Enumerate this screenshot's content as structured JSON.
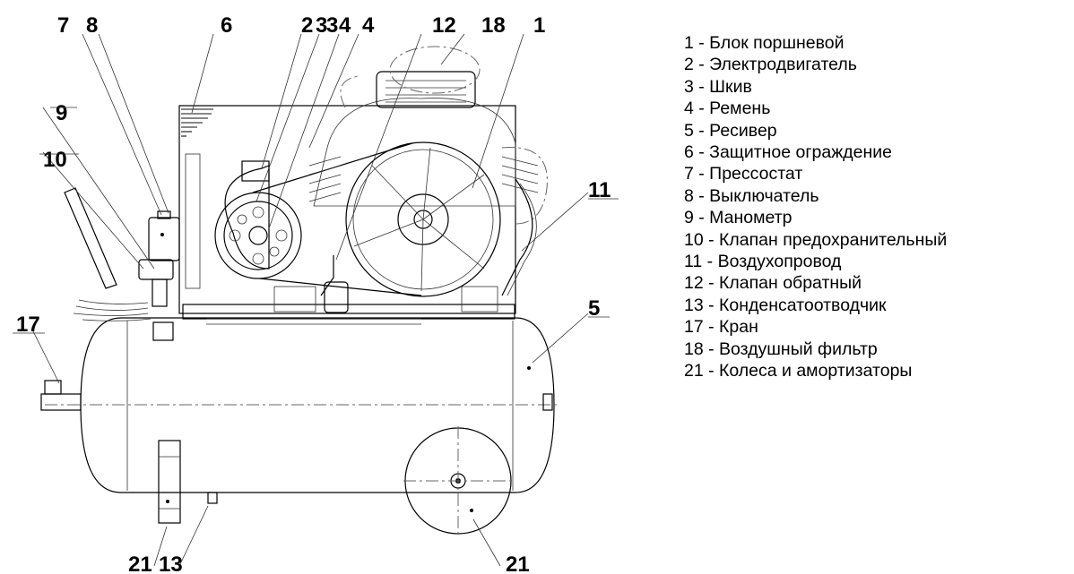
{
  "callouts": {
    "top_7": "7",
    "top_8": "8",
    "top_6": "6",
    "top_2": "2",
    "top_3": "3",
    "top_3b": "3",
    "top_4a": "4",
    "top_4b": "4",
    "top_12": "12",
    "top_18": "18",
    "top_1": "1",
    "left_9": "9",
    "left_10": "10",
    "left_17": "17",
    "right_11": "11",
    "right_5": "5",
    "bottom_21a": "21",
    "bottom_13": "13",
    "bottom_21b": "21"
  },
  "legend": [
    "1 - Блок поршневой",
    "2 - Электродвигатель",
    "3 - Шкив",
    "4 - Ремень",
    "5 - Ресивер",
    "6 - Защитное ограждение",
    "7 - Прессостат",
    "8 - Выключатель",
    "9 - Манометр",
    "10 - Клапан предохранительный",
    "11 - Воздухопровод",
    "12 - Клапан обратный",
    "13 - Конденсатоотводчик",
    "17 - Кран",
    "18 - Воздушный фильтр",
    "21 - Колеса и амортизаторы"
  ]
}
